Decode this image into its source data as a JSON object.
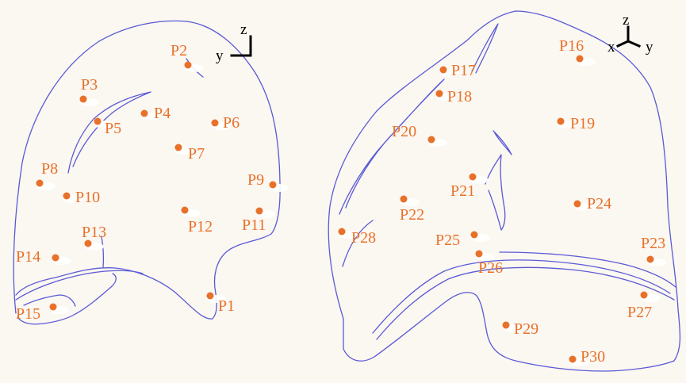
{
  "colors": {
    "point": "#e8712a",
    "label": "#e8712a",
    "outline": "#5a5ad6",
    "background": "#fbf7f1"
  },
  "left_view": {
    "axes": {
      "vertical": "z",
      "horizontal": "y"
    },
    "points": [
      {
        "id": "P1",
        "label": "P1"
      },
      {
        "id": "P2",
        "label": "P2"
      },
      {
        "id": "P3",
        "label": "P3"
      },
      {
        "id": "P4",
        "label": "P4"
      },
      {
        "id": "P5",
        "label": "P5"
      },
      {
        "id": "P6",
        "label": "P6"
      },
      {
        "id": "P7",
        "label": "P7"
      },
      {
        "id": "P8",
        "label": "P8"
      },
      {
        "id": "P9",
        "label": "P9"
      },
      {
        "id": "P10",
        "label": "P10"
      },
      {
        "id": "P11",
        "label": "P11"
      },
      {
        "id": "P12",
        "label": "P12"
      },
      {
        "id": "P13",
        "label": "P13"
      },
      {
        "id": "P14",
        "label": "P14"
      },
      {
        "id": "P15",
        "label": "P15"
      }
    ]
  },
  "right_view": {
    "axes": {
      "vertical": "z",
      "left": "x",
      "right": "y"
    },
    "points": [
      {
        "id": "P16",
        "label": "P16"
      },
      {
        "id": "P17",
        "label": "P17"
      },
      {
        "id": "P18",
        "label": "P18"
      },
      {
        "id": "P19",
        "label": "P19"
      },
      {
        "id": "P20",
        "label": "P20"
      },
      {
        "id": "P21",
        "label": "P21"
      },
      {
        "id": "P22",
        "label": "P22"
      },
      {
        "id": "P23",
        "label": "P23"
      },
      {
        "id": "P24",
        "label": "P24"
      },
      {
        "id": "P25",
        "label": "P25"
      },
      {
        "id": "P26",
        "label": "P26"
      },
      {
        "id": "P27",
        "label": "P27"
      },
      {
        "id": "P28",
        "label": "P28"
      },
      {
        "id": "P29",
        "label": "P29"
      },
      {
        "id": "P30",
        "label": "P30"
      }
    ]
  }
}
